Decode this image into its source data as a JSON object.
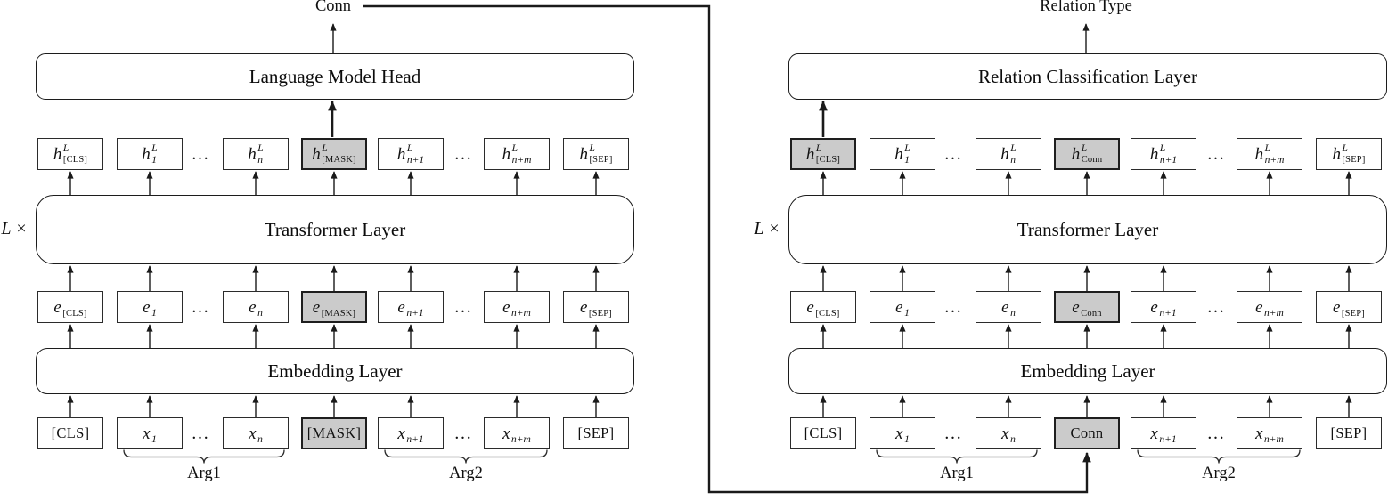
{
  "colors": {
    "background": "#ffffff",
    "highlight_fill": "#cbcbcb",
    "line": "#1a1a1a"
  },
  "panels": [
    {
      "top_label": "Conn",
      "head_layer_label": "Language Model Head",
      "loop_label": "L ×",
      "transformer_label": "Transformer Layer",
      "embedding_label": "Embedding Layer",
      "ellipsis": "…",
      "arg1_label": "Arg1",
      "arg2_label": "Arg2",
      "h_row": [
        {
          "base": "h",
          "sup": "L",
          "sub": "[CLS]"
        },
        {
          "base": "h",
          "sup": "L",
          "sub": "1"
        },
        {
          "base": "h",
          "sup": "L",
          "sub": "n"
        },
        {
          "base": "h",
          "sup": "L",
          "sub": "[MASK]",
          "highlighted": true
        },
        {
          "base": "h",
          "sup": "L",
          "sub": "n+1"
        },
        {
          "base": "h",
          "sup": "L",
          "sub": "n+m"
        },
        {
          "base": "h",
          "sup": "L",
          "sub": "[SEP]"
        }
      ],
      "e_row": [
        {
          "base": "e",
          "sub": "[CLS]"
        },
        {
          "base": "e",
          "sub": "1"
        },
        {
          "base": "e",
          "sub": "n"
        },
        {
          "base": "e",
          "sub": "[MASK]",
          "highlighted": true
        },
        {
          "base": "e",
          "sub": "n+1"
        },
        {
          "base": "e",
          "sub": "n+m"
        },
        {
          "base": "e",
          "sub": "[SEP]"
        }
      ],
      "input_row": [
        {
          "base": "[CLS]"
        },
        {
          "base": "x",
          "sub": "1"
        },
        {
          "base": "x",
          "sub": "n"
        },
        {
          "base": "[MASK]",
          "highlighted": true
        },
        {
          "base": "x",
          "sub": "n+1"
        },
        {
          "base": "x",
          "sub": "n+m"
        },
        {
          "base": "[SEP]"
        }
      ]
    },
    {
      "top_label": "Relation Type",
      "head_layer_label": "Relation Classification Layer",
      "loop_label": "L ×",
      "transformer_label": "Transformer Layer",
      "embedding_label": "Embedding Layer",
      "ellipsis": "…",
      "arg1_label": "Arg1",
      "arg2_label": "Arg2",
      "h_row": [
        {
          "base": "h",
          "sup": "L",
          "sub": "[CLS]",
          "highlighted": true
        },
        {
          "base": "h",
          "sup": "L",
          "sub": "1"
        },
        {
          "base": "h",
          "sup": "L",
          "sub": "n"
        },
        {
          "base": "h",
          "sup": "L",
          "sub": "Conn",
          "highlighted": true
        },
        {
          "base": "h",
          "sup": "L",
          "sub": "n+1"
        },
        {
          "base": "h",
          "sup": "L",
          "sub": "n+m"
        },
        {
          "base": "h",
          "sup": "L",
          "sub": "[SEP]"
        }
      ],
      "e_row": [
        {
          "base": "e",
          "sub": "[CLS]"
        },
        {
          "base": "e",
          "sub": "1"
        },
        {
          "base": "e",
          "sub": "n"
        },
        {
          "base": "e",
          "sub": "Conn",
          "highlighted": true
        },
        {
          "base": "e",
          "sub": "n+1"
        },
        {
          "base": "e",
          "sub": "n+m"
        },
        {
          "base": "e",
          "sub": "[SEP]"
        }
      ],
      "input_row": [
        {
          "base": "[CLS]"
        },
        {
          "base": "x",
          "sub": "1"
        },
        {
          "base": "x",
          "sub": "n"
        },
        {
          "base": "Conn",
          "highlighted": true
        },
        {
          "base": "x",
          "sub": "n+1"
        },
        {
          "base": "x",
          "sub": "n+m"
        },
        {
          "base": "[SEP]"
        }
      ]
    }
  ]
}
